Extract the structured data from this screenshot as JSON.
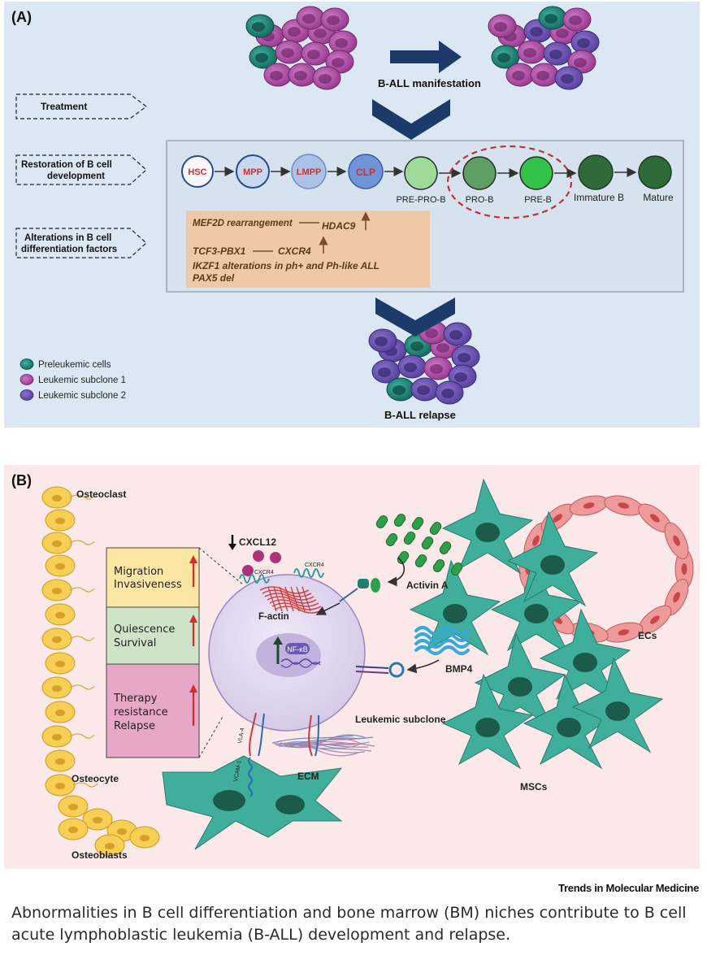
{
  "panel_a": {
    "label": "(A)",
    "manifestation_label": "B-ALL  manifestation",
    "relapse_label": "B-ALL relapse",
    "sidebar": [
      "Treatment",
      "Restoration of  B cell development",
      "Alterations in B cell differentiation  factors"
    ],
    "stages": [
      "HSC",
      "MPP",
      "LMPP",
      "CLP"
    ],
    "stage_labels": [
      "PRE-PRO-B",
      "PRO-B",
      "PRE-B",
      "Immature B",
      "Mature"
    ],
    "factors": {
      "line1_a": "MEF2D rearrangement",
      "line1_b": "HDAC9",
      "line2_a": "TCF3-PBX1",
      "line2_b": "CXCR4",
      "line3": "IKZF1 alterations in ph+ and Ph-like ALL",
      "line4": "PAX5 del"
    },
    "legend": [
      {
        "label": "Preleukemic cells",
        "color": "#1f8f80"
      },
      {
        "label": "Leukemic subclone 1",
        "color": "#b04aa8"
      },
      {
        "label": "Leukemic subclone 2",
        "color": "#6a52b0"
      }
    ]
  },
  "panel_b": {
    "label": "(B)",
    "osteoclast": "Osteoclast",
    "osteocyte": "Osteocyte",
    "osteoblasts": "Osteoblasts",
    "boxes": [
      {
        "text": "Migration Invasiveness",
        "color": "#fbe7a3"
      },
      {
        "text": "Quiescence Survival",
        "color": "#cfe3c8"
      },
      {
        "text": "Therapy resistance Relapse",
        "color": "#e7a8c7"
      }
    ],
    "cxcl12": "CXCL12",
    "cxcr4_1": "CXCR4",
    "cxcr4_2": "CXCR4",
    "factin": "F-actin",
    "nfkb": "NF-κB",
    "activin": "Activin A",
    "bmp4": "BMP4",
    "leukemic_subclone": "Leukemic subclone",
    "ecm": "ECM",
    "vla4": "VLA-4",
    "vcam1": "VCAM-1",
    "ecs": "ECs",
    "mscs": "MSCs"
  },
  "journal": "Trends in Molecular Medicine",
  "caption": "Abnormalities in B cell differentiation and bone marrow (BM) niches contribute to B cell acute lymphoblastic leukemia (B-ALL) development and relapse."
}
